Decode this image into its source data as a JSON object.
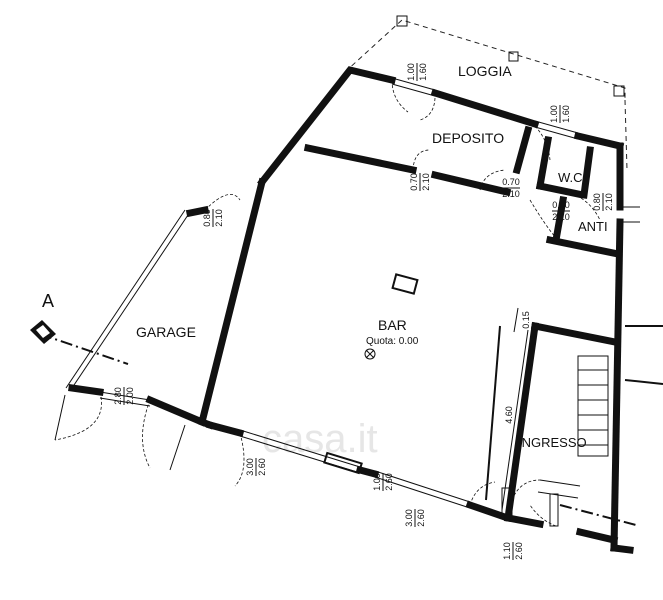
{
  "rooms": {
    "loggia": "LOGGIA",
    "deposito": "DEPOSITO",
    "wc": "W.C.",
    "anti": "ANTI",
    "garage": "GARAGE",
    "bar": "BAR",
    "quota": "Quota: 0.00",
    "ingresso": "INGRESSO"
  },
  "section_marker": "A",
  "watermark": "casa.it",
  "dimensions": {
    "loggia_door": {
      "width": "1.00",
      "height": "1.60"
    },
    "wc_window": {
      "width": "1.00",
      "height": "1.60"
    },
    "deposito_door": {
      "width": "0.70",
      "height": "2.10"
    },
    "wc_door": {
      "width": "0.70",
      "height": "2.10"
    },
    "anti_door_left": {
      "width": "0.80",
      "height": "2.10"
    },
    "anti_door_right": {
      "width": "0.80",
      "height": "2.10"
    },
    "garage_door_top": {
      "width": "0.80",
      "height": "2.10"
    },
    "garage_door_main": {
      "width": "2.80",
      "height": "2.00"
    },
    "bar_window_left": {
      "width": "3.00",
      "height": "2.60"
    },
    "bar_window_mid": {
      "width": "1.00",
      "height": "2.60"
    },
    "bar_window_right": {
      "width": "3.00",
      "height": "2.60"
    },
    "ingresso_door": {
      "width": "1.10",
      "height": "2.60"
    },
    "bar_depth": "4.60",
    "step": "0.15"
  }
}
